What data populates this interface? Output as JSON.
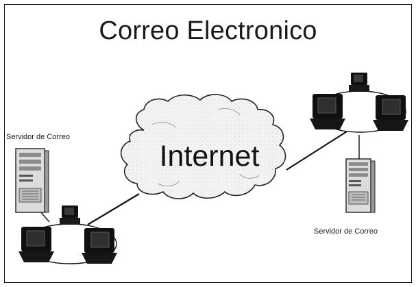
{
  "title": "Correo Electronico",
  "network": {
    "cloud_label": "Internet",
    "left_server_label": "Servidor de Correo",
    "right_server_label": "Servidor de Correo"
  },
  "icons": [
    "internet-cloud-icon",
    "mail-server-icon",
    "desktop-computer-icon"
  ],
  "colors": {
    "line": "#111111",
    "cloud_fill": "#f1f1f1",
    "monitor_dark": "#101010",
    "server_body": "#dcdcdc"
  }
}
